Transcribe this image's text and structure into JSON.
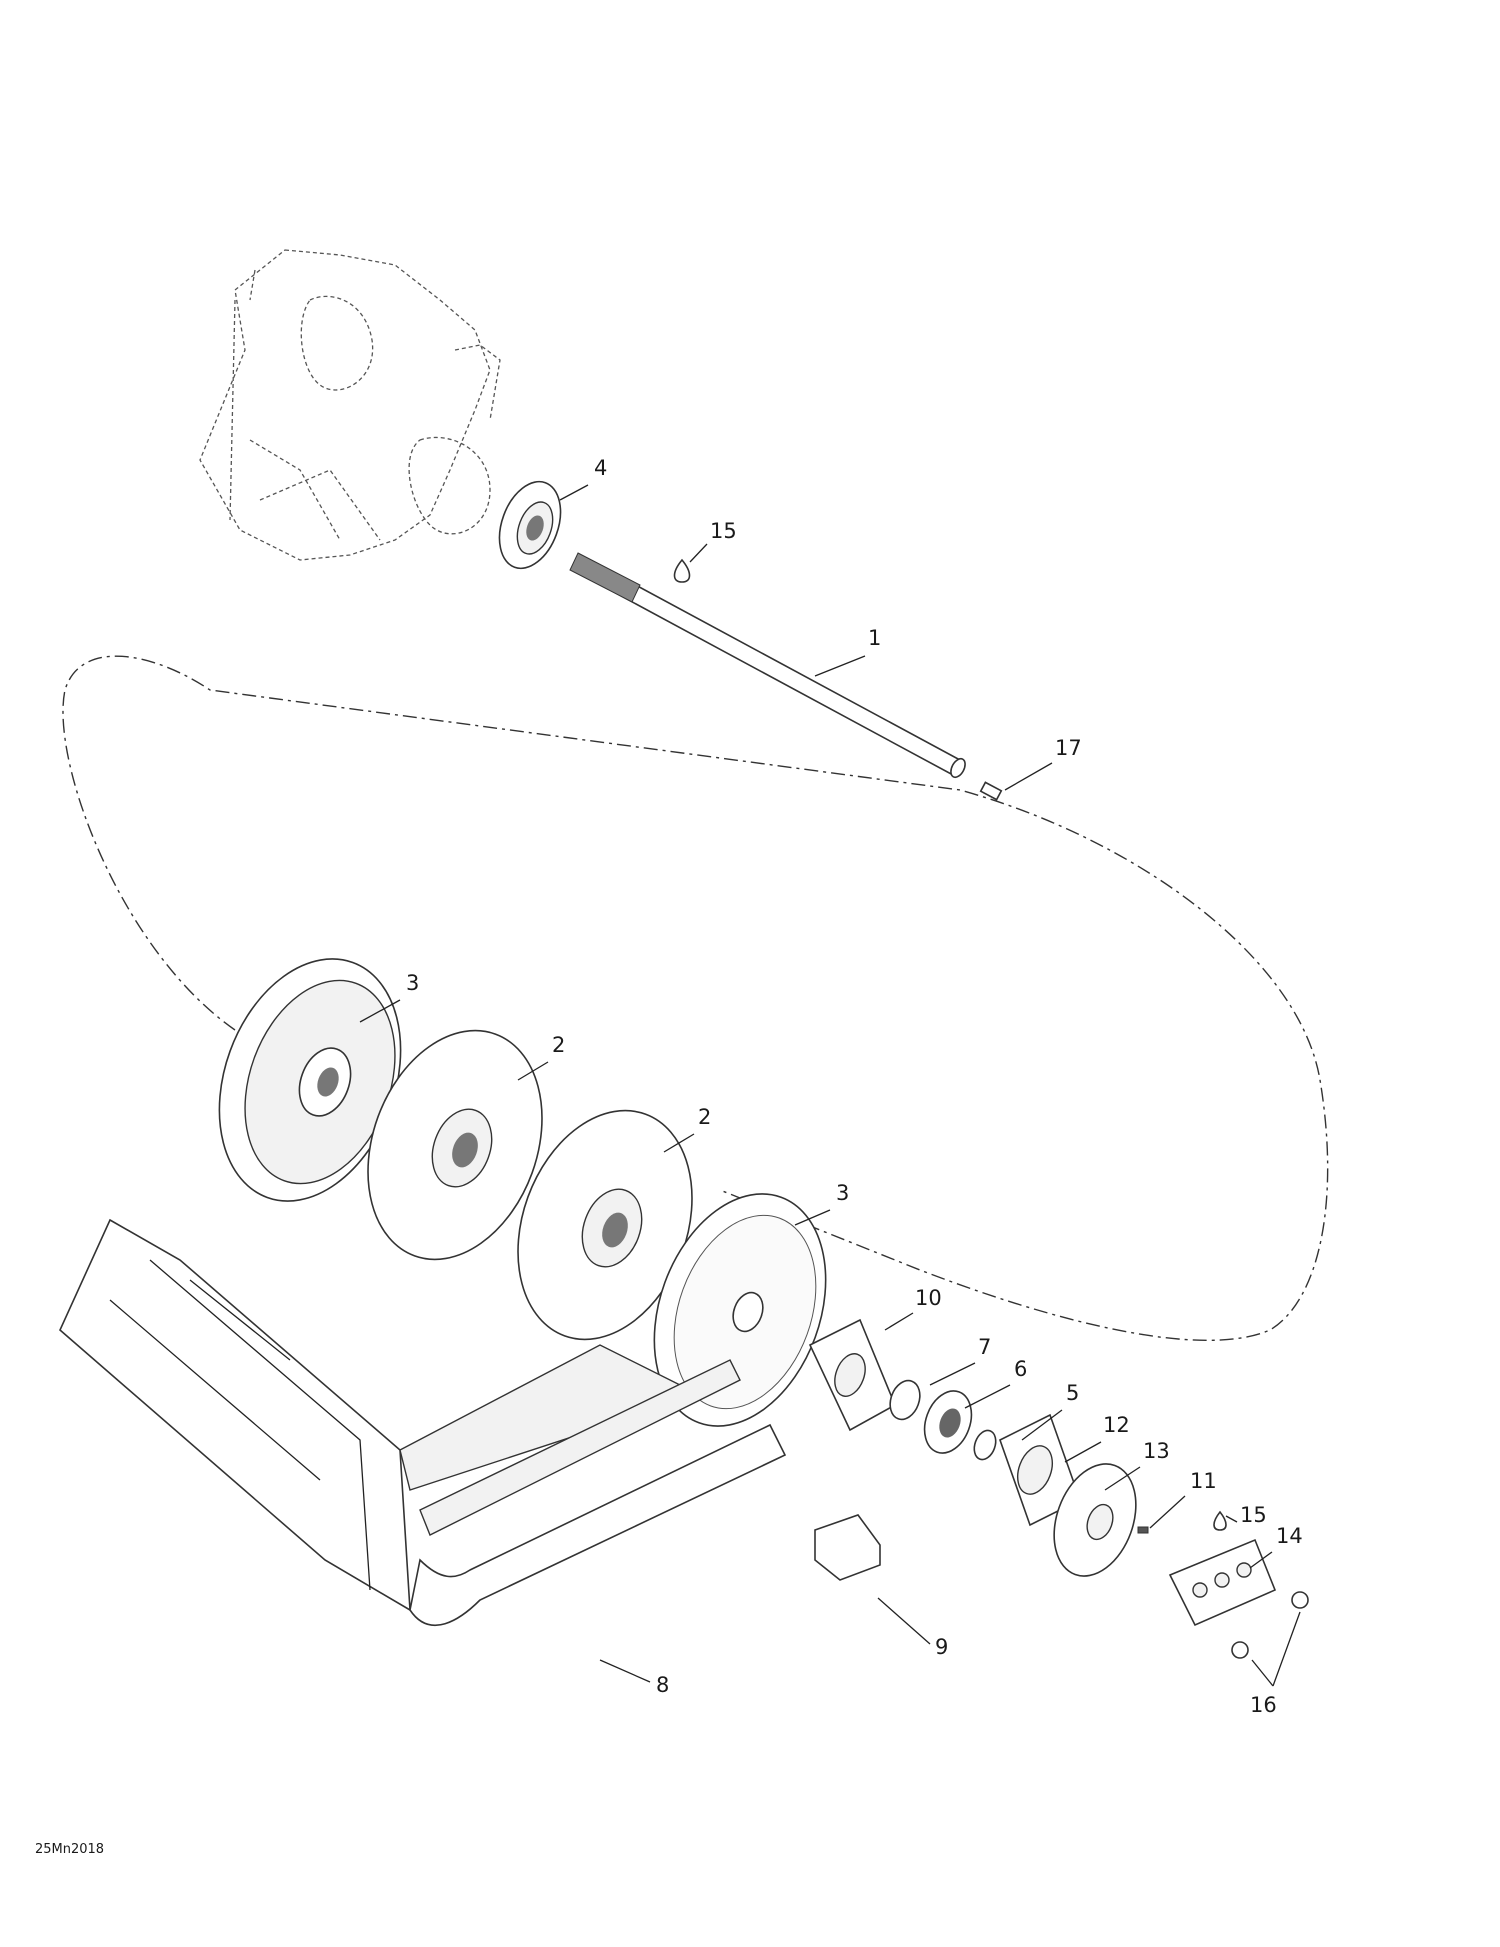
{
  "drawing_code": "25Mn2018",
  "callouts": [
    {
      "n": "1"
    },
    {
      "n": "2"
    },
    {
      "n": "2"
    },
    {
      "n": "3"
    },
    {
      "n": "3"
    },
    {
      "n": "4"
    },
    {
      "n": "5"
    },
    {
      "n": "6"
    },
    {
      "n": "7"
    },
    {
      "n": "8"
    },
    {
      "n": "9"
    },
    {
      "n": "10"
    },
    {
      "n": "11"
    },
    {
      "n": "12"
    },
    {
      "n": "13"
    },
    {
      "n": "14"
    },
    {
      "n": "15"
    },
    {
      "n": "15"
    },
    {
      "n": "16"
    },
    {
      "n": "17"
    }
  ],
  "colors": {
    "line": "#222222",
    "background": "#ffffff"
  }
}
